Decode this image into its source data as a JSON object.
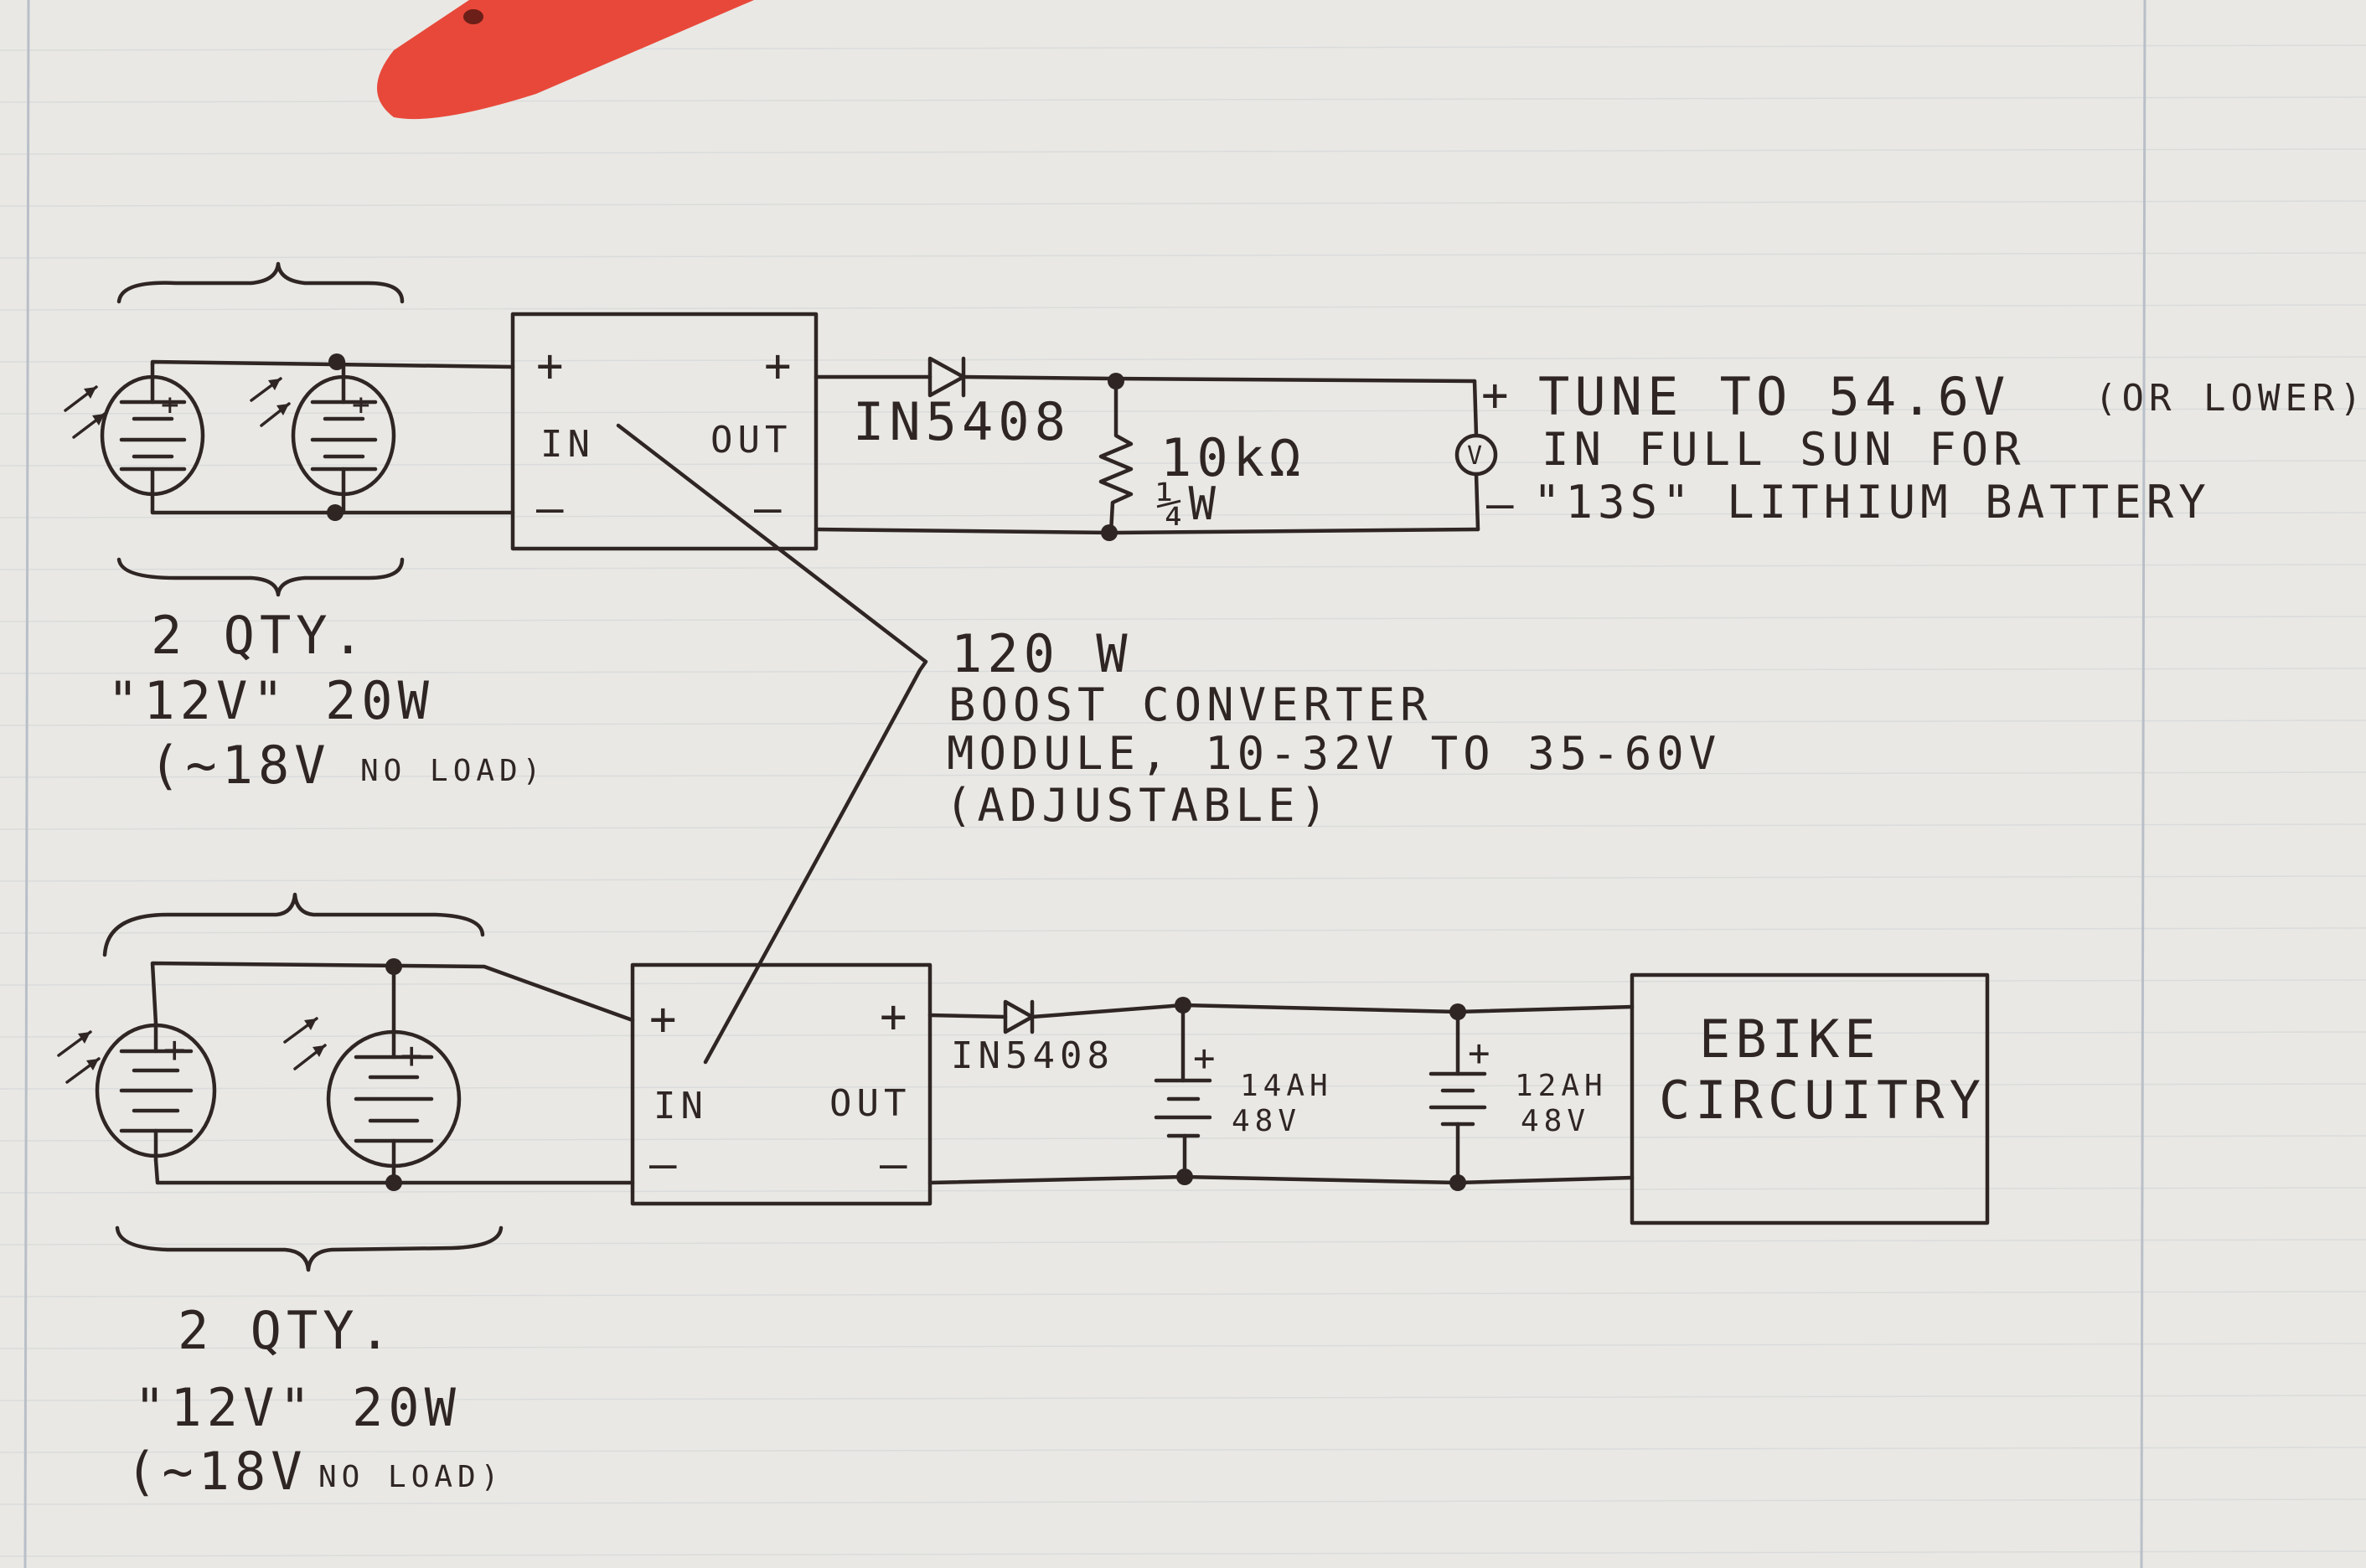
{
  "top_circuit": {
    "converter": {
      "in_plus": "+",
      "in_label": "IN",
      "in_minus": "–",
      "out_plus": "+",
      "out_label": "OUT",
      "out_minus": "–"
    },
    "diode_label": "IN5408",
    "resistor_value": "10kΩ",
    "resistor_power": "¼W",
    "voltmeter_symbol": "V",
    "meter_plus": "+",
    "meter_minus": "–",
    "note_line1": "TUNE TO 54.6V",
    "note_paren": "(OR LOWER)",
    "note_line2": "IN FULL SUN FOR",
    "note_line3": "\"13S\" LITHIUM BATTERY",
    "panels_qty": "2 QTY.",
    "panels_rating": "\"12V\" 20W",
    "panels_voc_main": "(~18V",
    "panels_voc_small": "NO LOAD)"
  },
  "converter_note": {
    "line1": "120 W",
    "line2": "BOOST CONVERTER",
    "line3": "MODULE, 10-32V TO 35-60V",
    "line4": "(ADJUSTABLE)"
  },
  "bottom_circuit": {
    "converter": {
      "in_plus": "+",
      "in_label": "IN",
      "in_minus": "–",
      "out_plus": "+",
      "out_label": "OUT",
      "out_minus": "–"
    },
    "diode_label": "IN5408",
    "battery1_capacity": "14AH",
    "battery1_voltage": "48V",
    "battery2_capacity": "12AH",
    "battery2_voltage": "48V",
    "load_line1": "EBIKE",
    "load_line2": "CIRCUITRY",
    "panels_qty": "2 QTY.",
    "panels_rating": "\"12V\" 20W",
    "panels_voc_main": "(~18V",
    "panels_voc_small": "NO LOAD)"
  },
  "colors": {
    "paper": "#e9e8e4",
    "ink": "#2f2624",
    "ruling": "#c9cdd3",
    "margin_line": "#b9bfc8",
    "marker": "#e8483a"
  }
}
